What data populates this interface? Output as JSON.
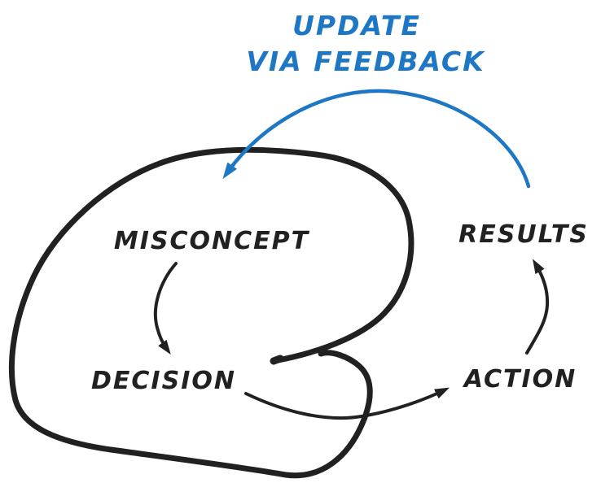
{
  "heading": {
    "line1": "UPDATE",
    "line2": "VIA FEEDBACK"
  },
  "nodes": {
    "misconcept": "MISCONCEPT",
    "decision": "DECISION",
    "action": "ACTION",
    "results": "RESULTS"
  },
  "flows": [
    {
      "from": "MISCONCEPT",
      "to": "DECISION",
      "style": "black-arrow"
    },
    {
      "from": "DECISION",
      "to": "ACTION",
      "style": "black-arrow"
    },
    {
      "from": "ACTION",
      "to": "RESULTS",
      "style": "black-arrow"
    },
    {
      "from": "RESULTS",
      "to": "MISCONCEPT",
      "style": "blue-arrow",
      "label": "UPDATE VIA FEEDBACK"
    }
  ],
  "colors": {
    "ink": "#212121",
    "accent_blue": "#1e77c5",
    "background": "#ffffff"
  }
}
